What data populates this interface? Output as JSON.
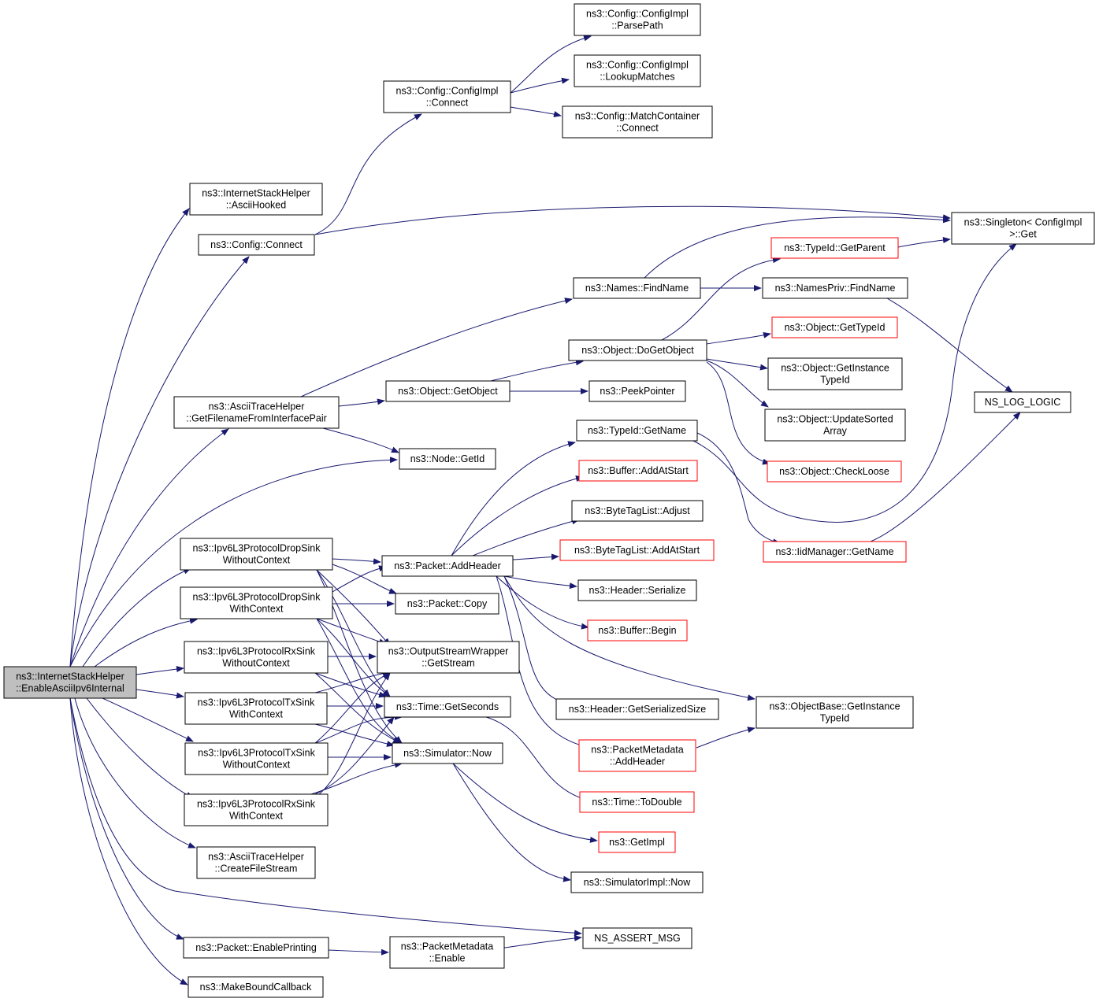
{
  "graph": {
    "colors": {
      "edge": "#191970",
      "node_border": "#000000",
      "truncated_border": "#ff0000",
      "root_fill": "#bfbfbf"
    },
    "nodes": [
      {
        "id": "root",
        "lines": [
          "ns3::InternetStackHelper",
          "::EnableAsciiIpv6Internal"
        ],
        "kind": "root"
      },
      {
        "id": "asciihooked",
        "lines": [
          "ns3::InternetStackHelper",
          "::AsciiHooked"
        ]
      },
      {
        "id": "config_connect",
        "lines": [
          "ns3::Config::Connect"
        ]
      },
      {
        "id": "getfilename",
        "lines": [
          "ns3::AsciiTraceHelper",
          "::GetFilenameFromInterfacePair"
        ]
      },
      {
        "id": "dropsink_woc",
        "lines": [
          "ns3::Ipv6L3ProtocolDropSink",
          "WithoutContext"
        ]
      },
      {
        "id": "dropsink_wc",
        "lines": [
          "ns3::Ipv6L3ProtocolDropSink",
          "WithContext"
        ]
      },
      {
        "id": "rxsink_woc",
        "lines": [
          "ns3::Ipv6L3ProtocolRxSink",
          "WithoutContext"
        ]
      },
      {
        "id": "txsink_wc",
        "lines": [
          "ns3::Ipv6L3ProtocolTxSink",
          "WithContext"
        ]
      },
      {
        "id": "txsink_woc",
        "lines": [
          "ns3::Ipv6L3ProtocolTxSink",
          "WithoutContext"
        ]
      },
      {
        "id": "rxsink_wc",
        "lines": [
          "ns3::Ipv6L3ProtocolRxSink",
          "WithContext"
        ]
      },
      {
        "id": "createfilestream",
        "lines": [
          "ns3::AsciiTraceHelper",
          "::CreateFileStream"
        ]
      },
      {
        "id": "enableprinting",
        "lines": [
          "ns3::Packet::EnablePrinting"
        ]
      },
      {
        "id": "makeboundcallback",
        "lines": [
          "ns3::MakeBoundCallback"
        ]
      },
      {
        "id": "configimpl_connect",
        "lines": [
          "ns3::Config::ConfigImpl",
          "::Connect"
        ]
      },
      {
        "id": "object_getobject",
        "lines": [
          "ns3::Object::GetObject"
        ]
      },
      {
        "id": "node_getid",
        "lines": [
          "ns3::Node::GetId"
        ]
      },
      {
        "id": "packet_addheader",
        "lines": [
          "ns3::Packet::AddHeader"
        ]
      },
      {
        "id": "packet_copy",
        "lines": [
          "ns3::Packet::Copy"
        ]
      },
      {
        "id": "osw_getstream",
        "lines": [
          "ns3::OutputStreamWrapper",
          "::GetStream"
        ]
      },
      {
        "id": "time_getseconds",
        "lines": [
          "ns3::Time::GetSeconds"
        ]
      },
      {
        "id": "simulator_now",
        "lines": [
          "ns3::Simulator::Now"
        ]
      },
      {
        "id": "pm_enable",
        "lines": [
          "ns3::PacketMetadata",
          "::Enable"
        ]
      },
      {
        "id": "configimpl_parsepath",
        "lines": [
          "ns3::Config::ConfigImpl",
          "::ParsePath"
        ]
      },
      {
        "id": "configimpl_lookup",
        "lines": [
          "ns3::Config::ConfigImpl",
          "::LookupMatches"
        ]
      },
      {
        "id": "matchcontainer_connect",
        "lines": [
          "ns3::Config::MatchContainer",
          "::Connect"
        ]
      },
      {
        "id": "names_findname",
        "lines": [
          "ns3::Names::FindName"
        ]
      },
      {
        "id": "object_dogetobject",
        "lines": [
          "ns3::Object::DoGetObject"
        ]
      },
      {
        "id": "peekpointer",
        "lines": [
          "ns3::PeekPointer"
        ]
      },
      {
        "id": "typeid_getname",
        "lines": [
          "ns3::TypeId::GetName"
        ]
      },
      {
        "id": "buffer_addatstart",
        "lines": [
          "ns3::Buffer::AddAtStart"
        ],
        "kind": "trunc"
      },
      {
        "id": "btl_adjust",
        "lines": [
          "ns3::ByteTagList::Adjust"
        ]
      },
      {
        "id": "btl_addatstart",
        "lines": [
          "ns3::ByteTagList::AddAtStart"
        ],
        "kind": "trunc"
      },
      {
        "id": "header_serialize",
        "lines": [
          "ns3::Header::Serialize"
        ]
      },
      {
        "id": "buffer_begin",
        "lines": [
          "ns3::Buffer::Begin"
        ],
        "kind": "trunc"
      },
      {
        "id": "header_getsersize",
        "lines": [
          "ns3::Header::GetSerializedSize"
        ]
      },
      {
        "id": "pm_addheader",
        "lines": [
          "ns3::PacketMetadata",
          "::AddHeader"
        ],
        "kind": "trunc"
      },
      {
        "id": "time_todouble",
        "lines": [
          "ns3::Time::ToDouble"
        ],
        "kind": "trunc"
      },
      {
        "id": "getimpl",
        "lines": [
          "ns3::GetImpl"
        ],
        "kind": "trunc"
      },
      {
        "id": "simimpl_now",
        "lines": [
          "ns3::SimulatorImpl::Now"
        ]
      },
      {
        "id": "ns_assert_msg",
        "lines": [
          "NS_ASSERT_MSG"
        ]
      },
      {
        "id": "typeid_getparent",
        "lines": [
          "ns3::TypeId::GetParent"
        ],
        "kind": "trunc"
      },
      {
        "id": "namespriv_findname",
        "lines": [
          "ns3::NamesPriv::FindName"
        ]
      },
      {
        "id": "object_gettypeid",
        "lines": [
          "ns3::Object::GetTypeId"
        ],
        "kind": "trunc"
      },
      {
        "id": "object_getinstancetypeid",
        "lines": [
          "ns3::Object::GetInstance",
          "TypeId"
        ]
      },
      {
        "id": "object_updatesorted",
        "lines": [
          "ns3::Object::UpdateSorted",
          "Array"
        ]
      },
      {
        "id": "object_checkloose",
        "lines": [
          "ns3::Object::CheckLoose"
        ],
        "kind": "trunc"
      },
      {
        "id": "iidmanager_getname",
        "lines": [
          "ns3::IidManager::GetName"
        ],
        "kind": "trunc"
      },
      {
        "id": "objectbase_getinstancetypeid",
        "lines": [
          "ns3::ObjectBase::GetInstance",
          "TypeId"
        ]
      },
      {
        "id": "singleton_get",
        "lines": [
          "ns3::Singleton< ConfigImpl",
          ">::Get"
        ]
      },
      {
        "id": "ns_log_logic",
        "lines": [
          "NS_LOG_LOGIC"
        ]
      }
    ]
  }
}
